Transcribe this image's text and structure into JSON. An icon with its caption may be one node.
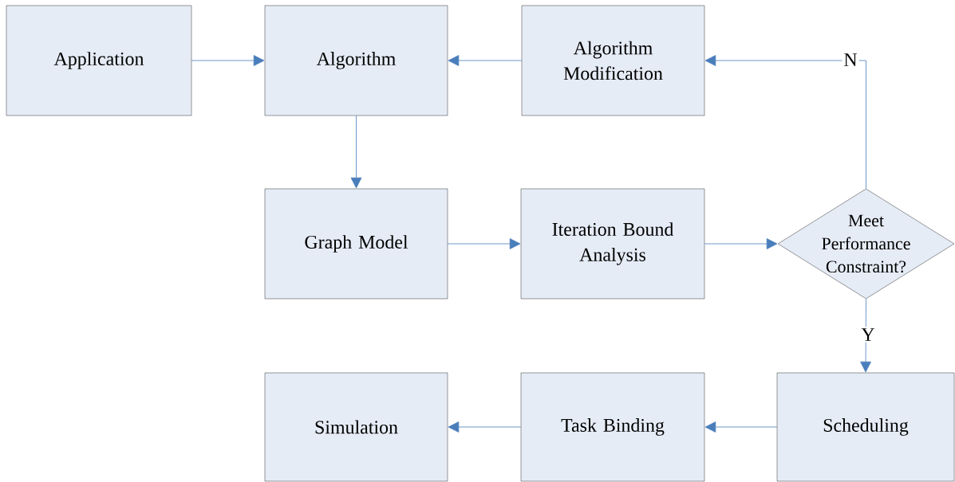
{
  "diagram": {
    "nodes": [
      {
        "text": [
          "Application"
        ]
      },
      {
        "text": [
          "Algorithm"
        ]
      },
      {
        "text": [
          "Algorithm Modification"
        ]
      },
      {
        "text": [
          "Graph Model"
        ]
      },
      {
        "text": [
          "Iteration Bound Analysis"
        ]
      },
      {
        "text": [
          "Meet Performance Constraint?"
        ]
      },
      {
        "text": [
          "Simulation"
        ]
      },
      {
        "text": [
          "Task Binding"
        ]
      },
      {
        "text": [
          "Scheduling"
        ]
      }
    ],
    "edges": [
      {
        "from": 0,
        "to": 1,
        "arrow": "to"
      },
      {
        "from": 2,
        "to": 1,
        "arrow": "to"
      },
      {
        "from": 1,
        "to": 3,
        "arrow": "to"
      },
      {
        "from": 3,
        "to": 4,
        "arrow": "to"
      },
      {
        "from": 4,
        "to": 5,
        "arrow": "to"
      },
      {
        "from": 5,
        "to": 2,
        "arrow": "to",
        "label": "N"
      },
      {
        "from": 5,
        "to": 8,
        "arrow": "to",
        "label": "Y"
      },
      {
        "from": 8,
        "to": 7,
        "arrow": "to"
      },
      {
        "from": 7,
        "to": 6,
        "arrow": "to"
      }
    ]
  }
}
